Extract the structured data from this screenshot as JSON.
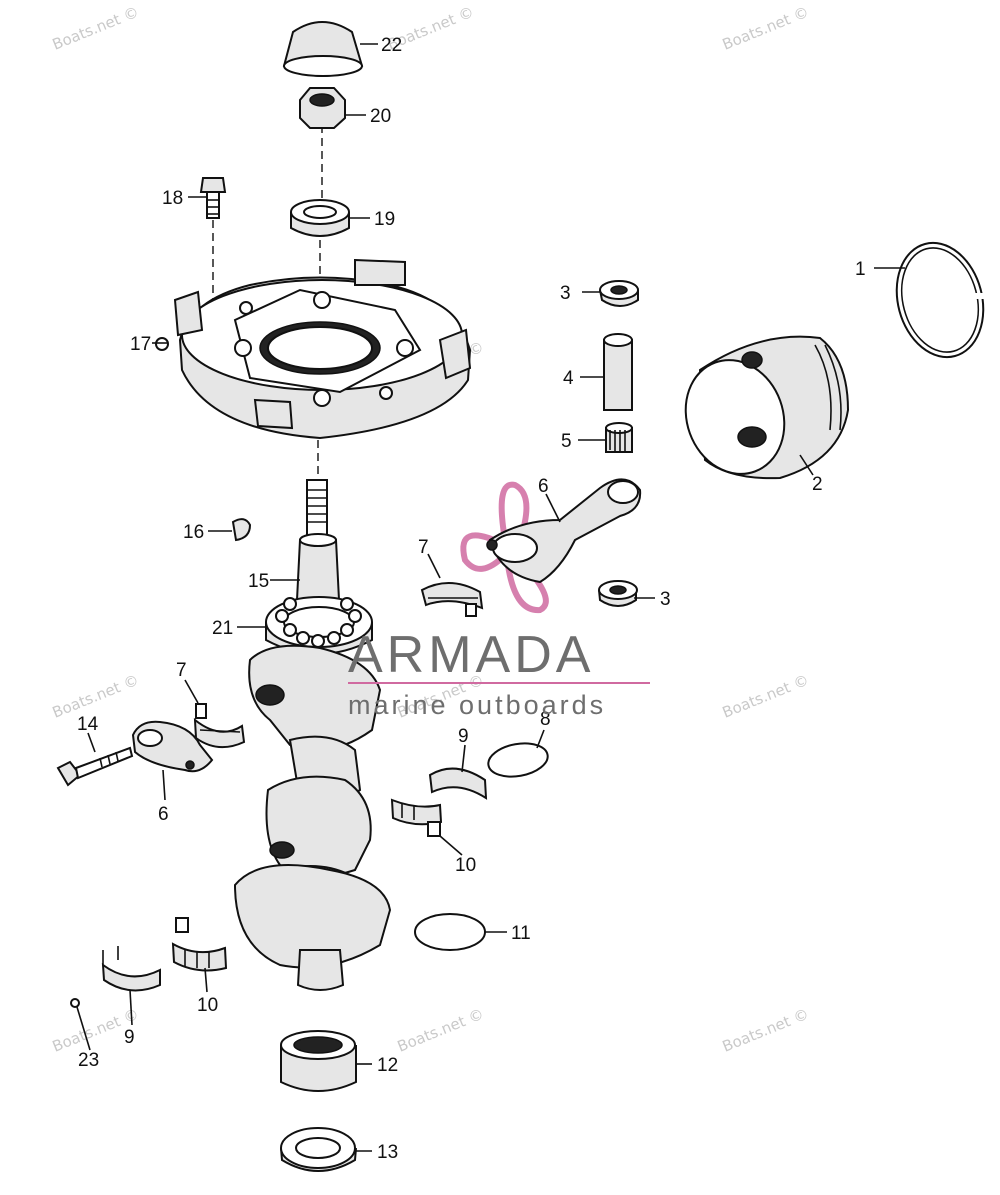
{
  "brand": {
    "name": "ARMADA",
    "tagline": "marine outboards",
    "logo_color": "#d06aa0"
  },
  "watermark": "Boats.net ©",
  "callouts": {
    "c1": "1",
    "c2": "2",
    "c3a": "3",
    "c3b": "3",
    "c4": "4",
    "c5": "5",
    "c6a": "6",
    "c6b": "6",
    "c7a": "7",
    "c7b": "7",
    "c8": "8",
    "c9a": "9",
    "c9b": "9",
    "c10a": "10",
    "c10b": "10",
    "c11": "11",
    "c12": "12",
    "c13": "13",
    "c14": "14",
    "c15": "15",
    "c16": "16",
    "c17": "17",
    "c18": "18",
    "c19": "19",
    "c20": "20",
    "c21": "21",
    "c22": "22",
    "c23": "23"
  }
}
